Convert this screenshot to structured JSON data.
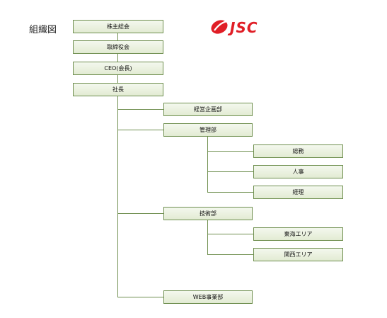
{
  "header": {
    "title": "組織図",
    "logo_text": "JSC",
    "logo_color": "#e01e26"
  },
  "colors": {
    "box_border": "#6f8f4f",
    "box_fill_top": "#f4f8ee",
    "box_fill_bottom": "#e2ebd3",
    "connector": "#6f8f4f"
  },
  "org": {
    "shareholders_meeting": "株主総会",
    "board": "取締役会",
    "ceo": "CEO(会長)",
    "president": "社長",
    "corporate_planning": "経営企画部",
    "management": {
      "label": "管理部",
      "sections": [
        "総務",
        "人事",
        "経理"
      ]
    },
    "technology": {
      "label": "技術部",
      "sections": [
        "東海エリア",
        "関西エリア"
      ]
    },
    "web_business": "WEB事業部"
  }
}
